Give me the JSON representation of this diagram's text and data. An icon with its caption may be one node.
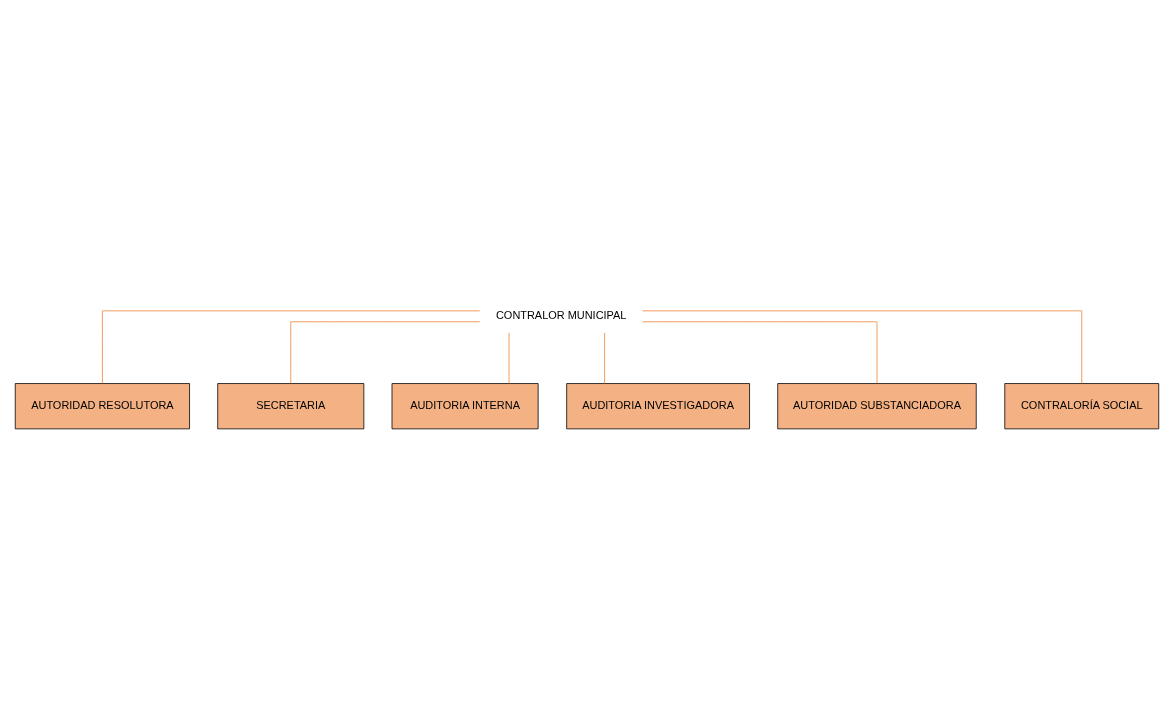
{
  "diagram": {
    "nodes": [
      {
        "text": [
          "CONTRALOR MUNICIPAL"
        ]
      },
      {
        "text": [
          "AUTORIDAD RESOLUTORA"
        ]
      },
      {
        "text": [
          "SECRETARIA"
        ]
      },
      {
        "text": [
          "AUDITORIA INTERNA"
        ]
      },
      {
        "text": [
          "AUDITORIA INVESTIGADORA"
        ]
      },
      {
        "text": [
          "AUTORIDAD SUBSTANCIADORA"
        ]
      },
      {
        "text": [
          "CONTRALORÍA SOCIAL"
        ]
      }
    ],
    "edges": [
      {
        "from": 0,
        "to": 1,
        "arrow": "none"
      },
      {
        "from": 0,
        "to": 2,
        "arrow": "none"
      },
      {
        "from": 0,
        "to": 3,
        "arrow": "none"
      },
      {
        "from": 0,
        "to": 4,
        "arrow": "none"
      },
      {
        "from": 0,
        "to": 5,
        "arrow": "none"
      },
      {
        "from": 0,
        "to": 6,
        "arrow": "none"
      }
    ]
  }
}
